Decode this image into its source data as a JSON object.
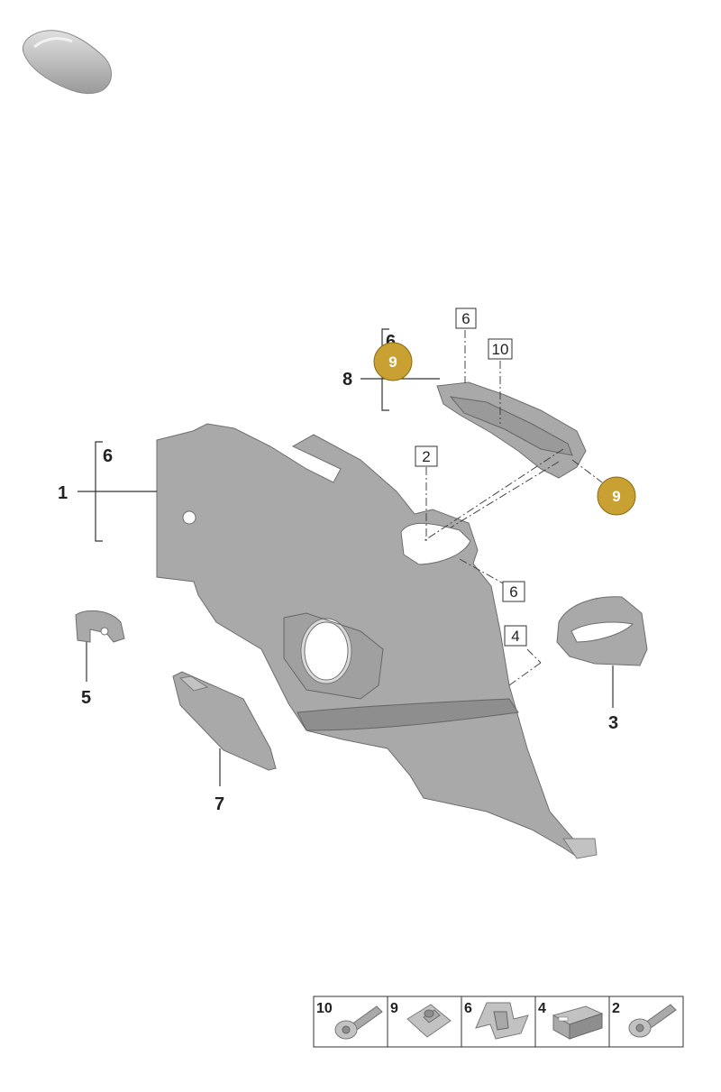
{
  "callouts": {
    "c1": "1",
    "c3": "3",
    "c5": "5",
    "c6_bracket": "6",
    "c6_top_bracket": "6",
    "c7": "7",
    "c8": "8"
  },
  "ref_boxes": {
    "r6_top": "6",
    "r10": "10",
    "r2": "2",
    "r6_mid": "6",
    "r4": "4"
  },
  "badges": {
    "b9_upper": "9",
    "b9_right": "9"
  },
  "legend": {
    "items": [
      {
        "num": "10",
        "icon": "bolt-icon"
      },
      {
        "num": "9",
        "icon": "clip-nut-icon"
      },
      {
        "num": "6",
        "icon": "clip-icon"
      },
      {
        "num": "4",
        "icon": "block-icon"
      },
      {
        "num": "2",
        "icon": "bolt-icon"
      }
    ]
  },
  "colors": {
    "badge_fill": "#c9a032",
    "part_fill": "#a9a9a9"
  }
}
